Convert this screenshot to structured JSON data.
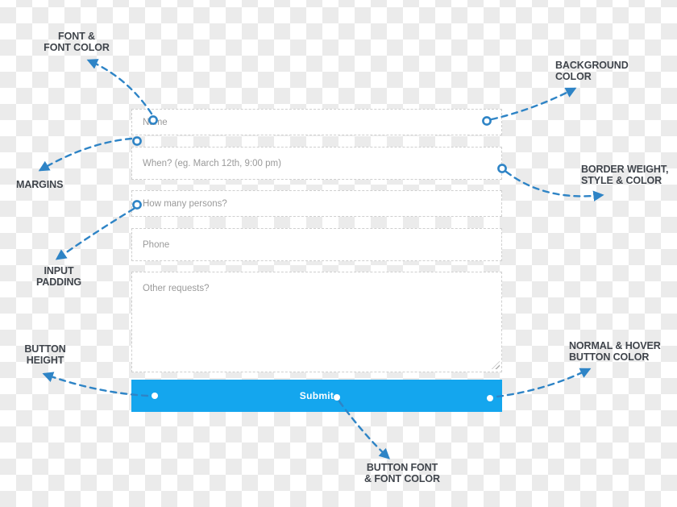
{
  "colors": {
    "button_blue": "#14a6ee",
    "arrow_blue": "#2e84c6",
    "label_dark": "#3f444b",
    "placeholder_gray": "#9a9a9a",
    "field_border": "#cfcfcf",
    "checker_gray": "#ebebeb"
  },
  "form": {
    "fields": [
      {
        "placeholder": "Name"
      },
      {
        "placeholder": "When? (eg. March 12th, 9:00 pm)"
      },
      {
        "placeholder": "How many persons?"
      },
      {
        "placeholder": "Phone"
      },
      {
        "placeholder": "Other requests?"
      }
    ],
    "submit_label": "Submit"
  },
  "annotations": {
    "font_color": "FONT &\nFONT COLOR",
    "background_color": "BACKGROUND\nCOLOR",
    "margins": "MARGINS",
    "border": "BORDER WEIGHT,\nSTYLE & COLOR",
    "input_padding": "INPUT\nPADDING",
    "button_height": "BUTTON\nHEIGHT",
    "button_color": "NORMAL & HOVER\nBUTTON COLOR",
    "button_font": "BUTTON FONT\n& FONT COLOR"
  }
}
